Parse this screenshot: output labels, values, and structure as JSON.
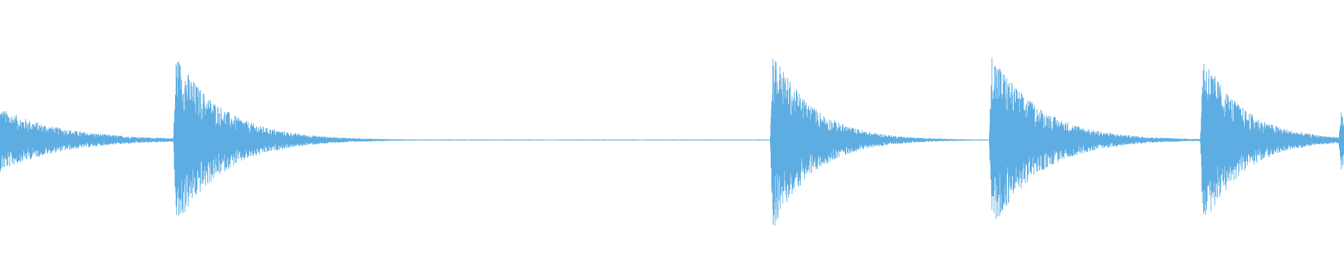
{
  "waveform": {
    "color": "#5dade2",
    "transients": [
      {
        "time": 0.0,
        "peak_up": 0.36,
        "peak_down": 0.35,
        "decay": 0.045
      },
      {
        "time": 0.131,
        "peak_up": 0.95,
        "peak_down": 0.98,
        "decay": 0.035
      },
      {
        "time": 0.575,
        "peak_up": 1.0,
        "peak_down": 1.0,
        "decay": 0.03
      },
      {
        "time": 0.738,
        "peak_up": 0.98,
        "peak_down": 1.0,
        "decay": 0.035
      },
      {
        "time": 0.895,
        "peak_up": 0.96,
        "peak_down": 0.98,
        "decay": 0.03
      },
      {
        "time": 0.998,
        "peak_up": 0.35,
        "peak_down": 0.35,
        "decay": 0.01
      }
    ],
    "silent_gaps": [
      {
        "start": 0.405,
        "end": 0.415
      },
      {
        "start": 0.475,
        "end": 0.48
      }
    ]
  }
}
